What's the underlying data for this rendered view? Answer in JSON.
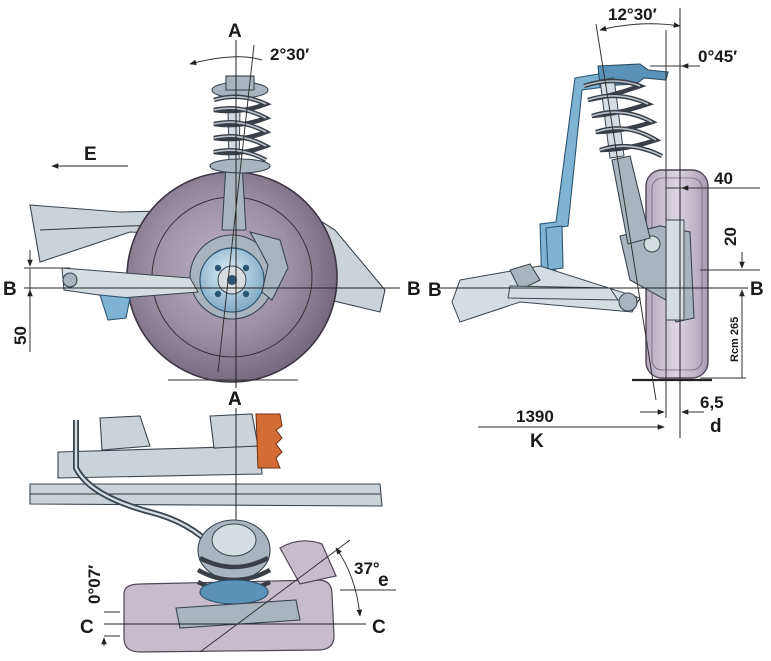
{
  "figure": {
    "front_view": {
      "section_a_top": "A",
      "section_a_bottom": "A",
      "camber_angle": "2°30′",
      "direction_label": "E",
      "section_b_left": "B",
      "section_b_right": "B",
      "height_dim": "50"
    },
    "side_view": {
      "caster_angle": "12°30′",
      "secondary_angle": "0°45′",
      "dim_40": "40",
      "dim_20": "20",
      "section_b_right": "B",
      "section_b_left": "B",
      "dim_rcm": "Rcm 265",
      "dim_65": "6,5",
      "label_d": "d",
      "dim_1390": "1390",
      "label_k": "K"
    },
    "top_view": {
      "section_a": "A",
      "toe_angle": "0°07′",
      "steer_angle": "37°",
      "label_e": "e",
      "section_c_left": "C",
      "section_c_right": "C"
    },
    "colors": {
      "tyre": "#8c7f95",
      "metal": "#a9b4bf",
      "accent_blue": "#7eb3d4",
      "boot_orange": "#d36c35"
    }
  }
}
